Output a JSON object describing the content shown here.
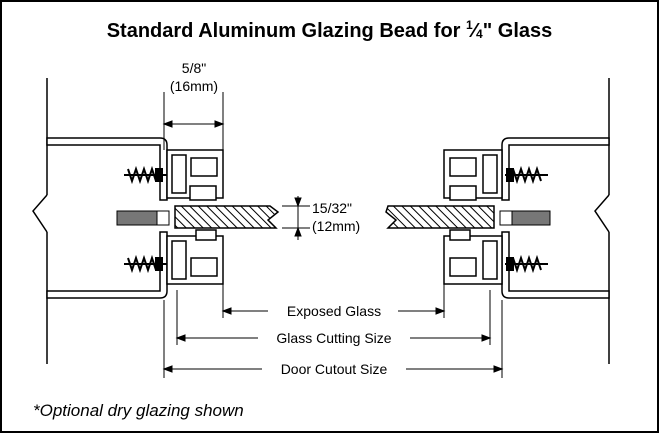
{
  "title": {
    "text_before": "Standard Aluminum Glazing Bead for ",
    "fraction_num": "1",
    "fraction_den": "4",
    "text_after": "\" Glass"
  },
  "dimensions": {
    "frame_width": "5/8\"",
    "frame_width_metric": "(16mm)",
    "glass_thickness": "15/32\"",
    "glass_thickness_metric": "(12mm)"
  },
  "labels": {
    "exposed_glass": "Exposed Glass",
    "glass_cutting_size": "Glass Cutting Size",
    "door_cutout_size": "Door Cutout Size"
  },
  "footnote": "*Optional dry glazing shown"
}
